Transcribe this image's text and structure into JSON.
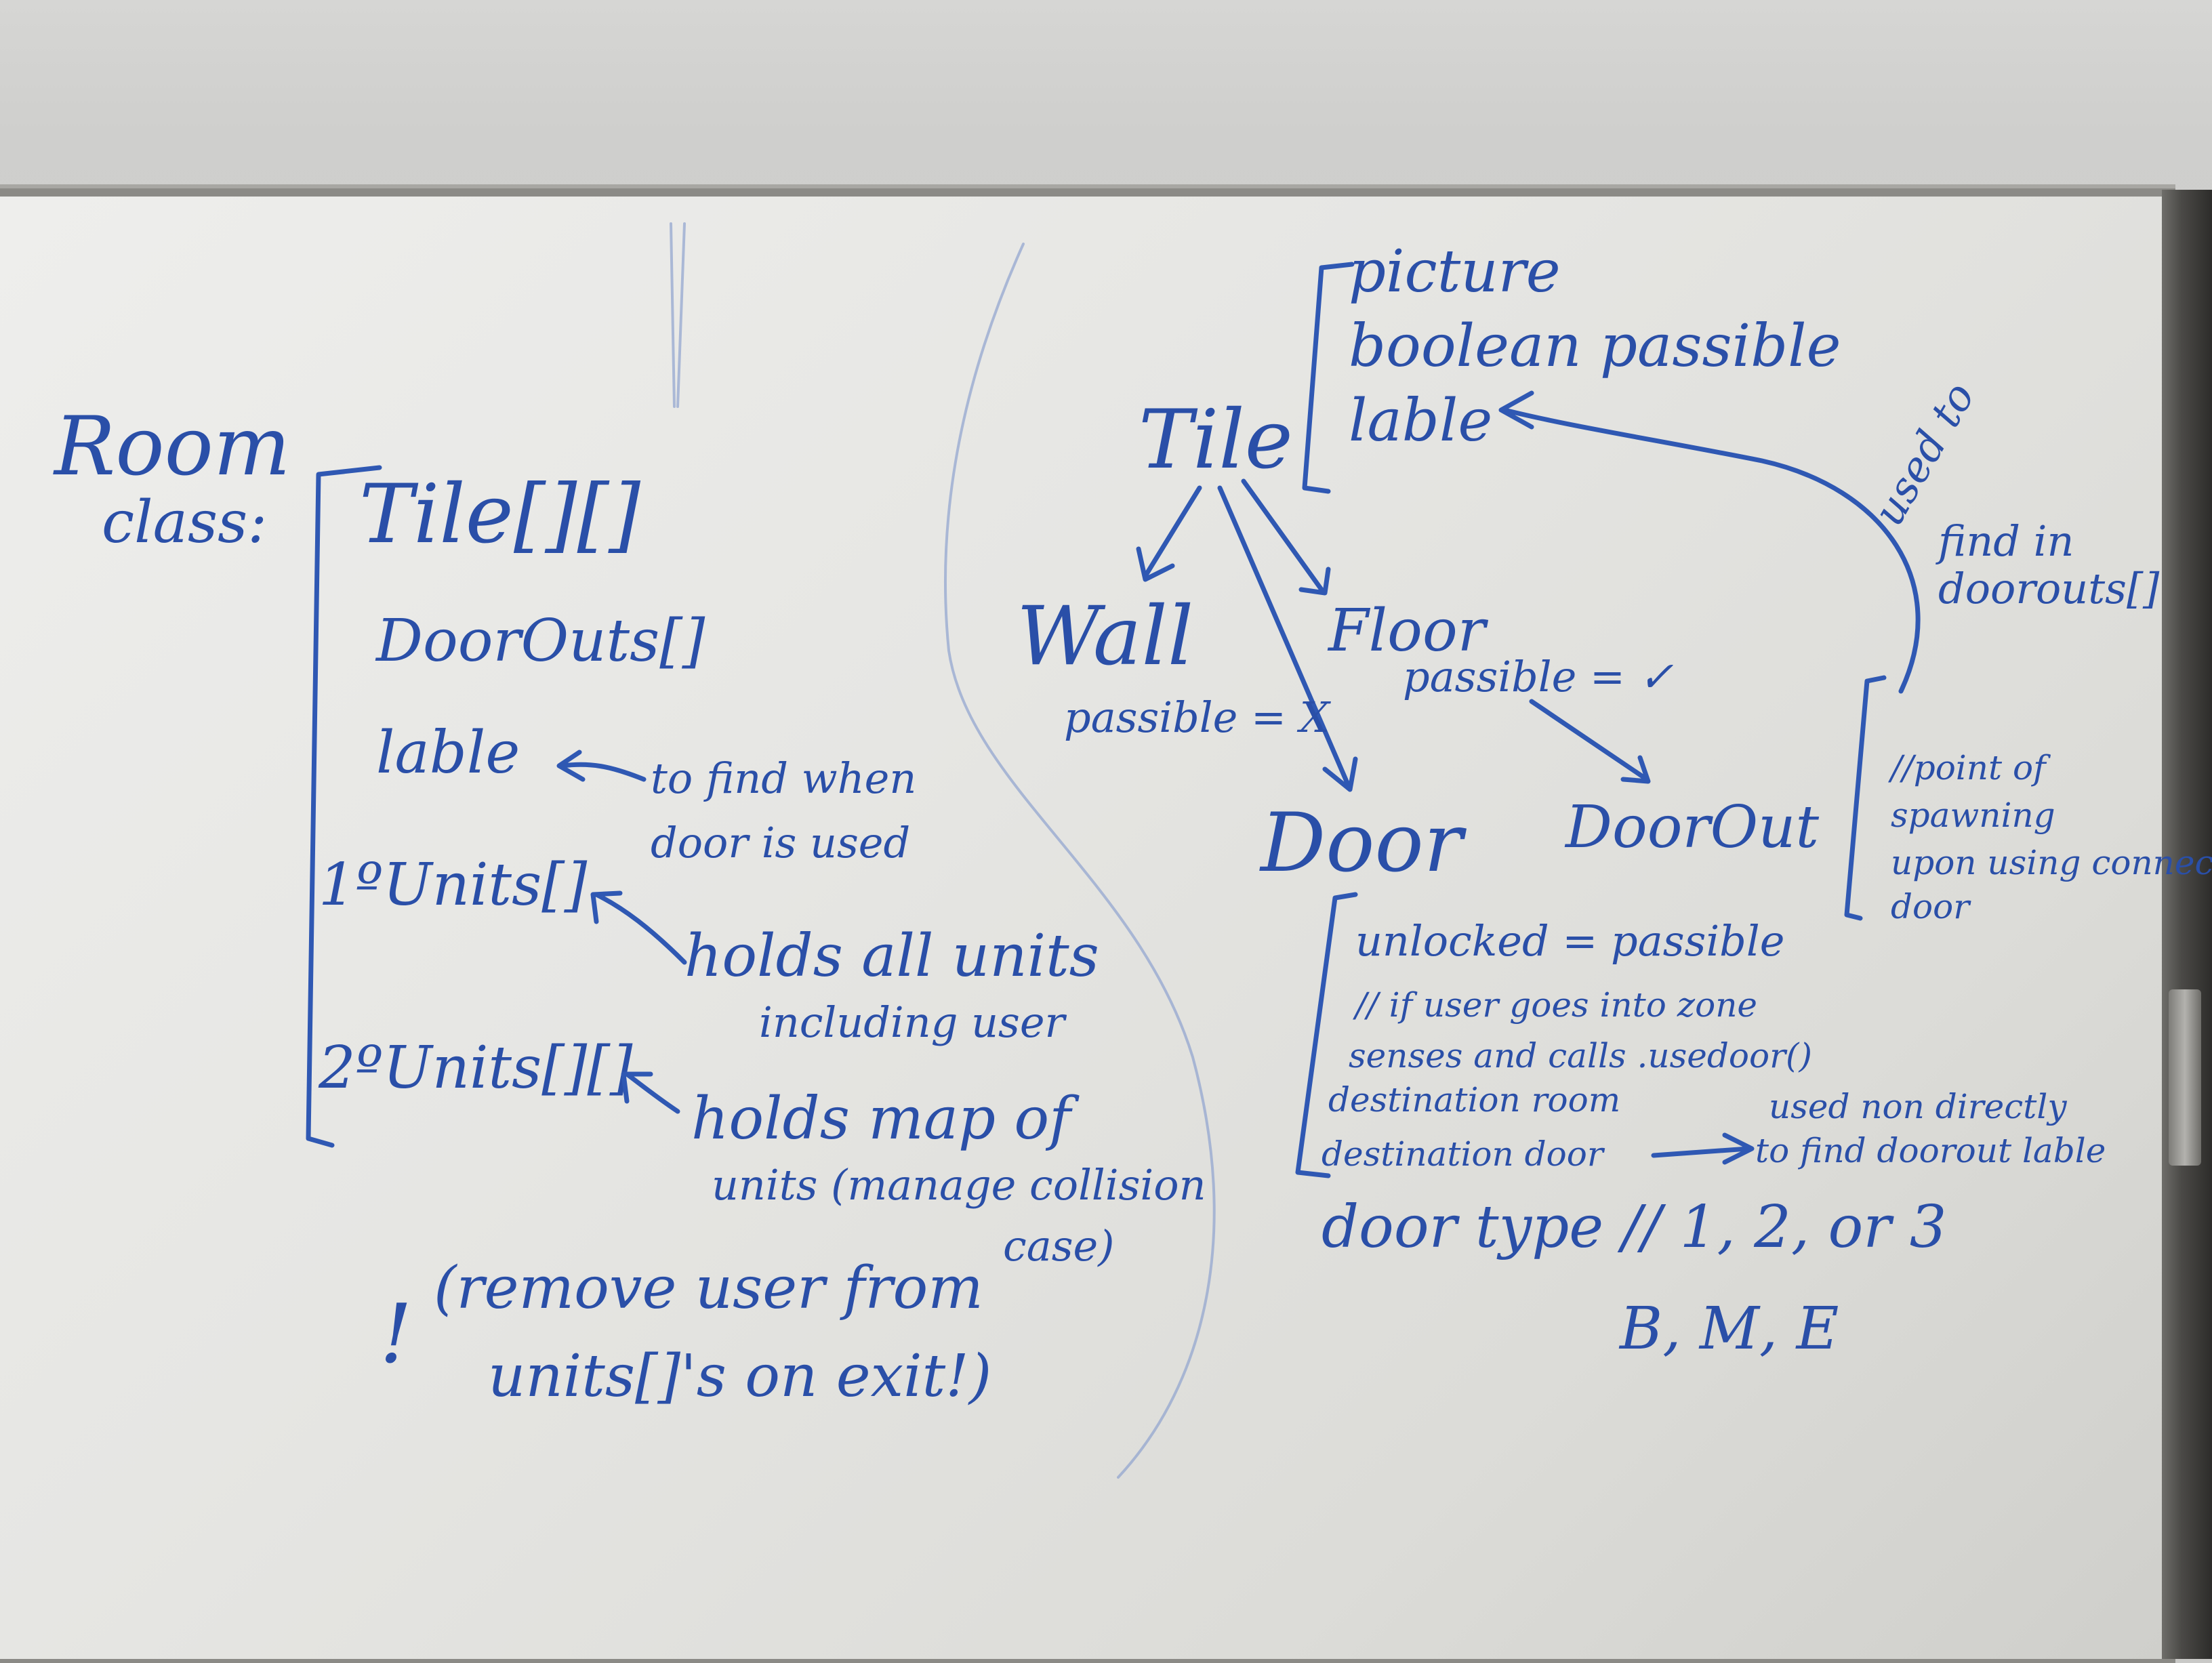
{
  "whiteboard": {
    "room_heading": "Room",
    "class_label": "class:",
    "room_fields": [
      "Tile[][]",
      "DoorOuts[]",
      "lable",
      "1ºUnits[]",
      "2ºUnits[][]"
    ],
    "lable_note_1": "to find when",
    "lable_note_2": "door is used",
    "units1_note_1": "holds all units",
    "units1_note_2": "including user",
    "units2_note_1": "holds map of",
    "units2_note_2": "units (manage collision",
    "units2_note_3": "case)",
    "reminder_mark": "!",
    "reminder_1": "(remove user from",
    "reminder_2": "units[]'s on exit!)",
    "tile_label": "Tile",
    "tile_fields": [
      "picture",
      "boolean passible",
      "lable"
    ],
    "wall_label": "Wall",
    "wall_note": "passible = X",
    "floor_label": "Floor",
    "floor_note": "passible = ✓",
    "door_label": "Door",
    "doorout_label": "DoorOut",
    "doorout_note": [
      "//point of",
      "spawning",
      "upon using connected",
      "door"
    ],
    "used_to_note": [
      "used to",
      "find in",
      "doorouts[]"
    ],
    "door_fields": [
      "unlocked = passible",
      "// if user goes into zone",
      "senses and calls .usedoor()",
      "destination room",
      "destination door"
    ],
    "used_directly_1": "used non directly",
    "used_directly_2": "to find doorout lable",
    "door_type": "door type // 1, 2, or 3",
    "door_type_letters": "B, M, E"
  }
}
